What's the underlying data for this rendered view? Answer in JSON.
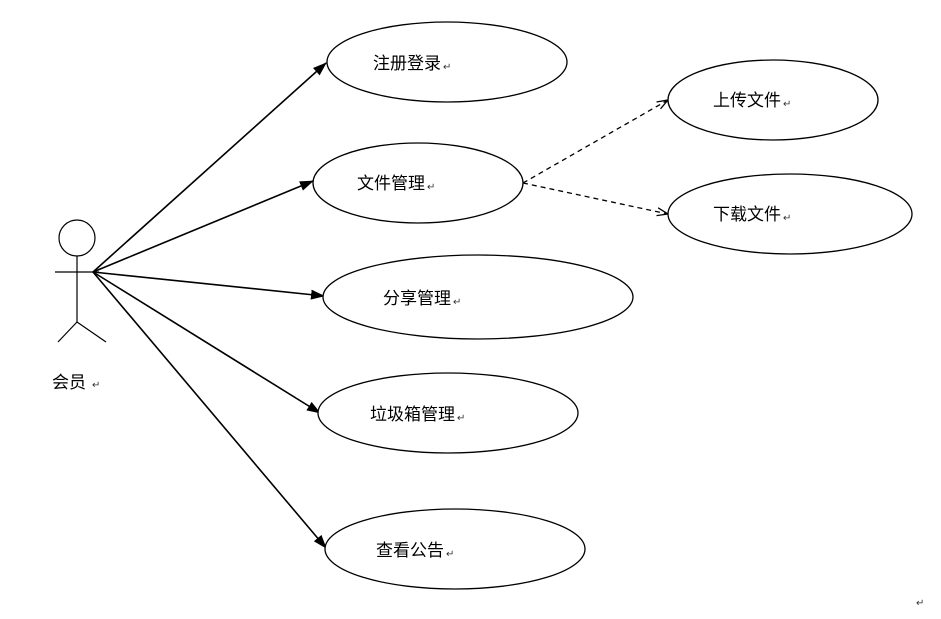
{
  "actor": {
    "label": "会员"
  },
  "use_cases": {
    "register_login": "注册登录",
    "file_management": "文件管理",
    "share_management": "分享管理",
    "trash_management": "垃圾箱管理",
    "view_announcements": "查看公告",
    "upload_file": "上传文件",
    "download_file": "下载文件"
  },
  "paragraph_mark": "↵",
  "colors": {
    "stroke": "#000000",
    "background": "#ffffff"
  }
}
